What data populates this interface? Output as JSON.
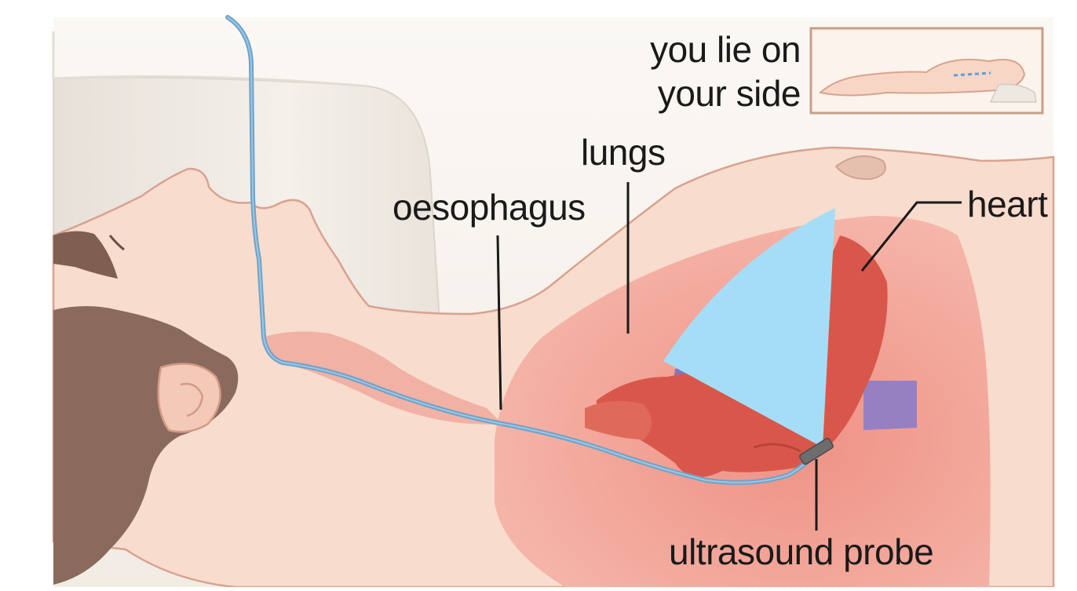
{
  "labels": {
    "inset_line1": "you lie on",
    "inset_line2": "your side",
    "lungs": "lungs",
    "oesophagus": "oesophagus",
    "heart": "heart",
    "probe": "ultrasound probe"
  },
  "colors": {
    "background": "#fdfbf8",
    "pillow": "#ede8e1",
    "skin": "#f7d6c6",
    "skin_outline": "#d9a28f",
    "chest_cavity": "#f2a69a",
    "lungs": "#f5b7ac",
    "heart": "#d9574a",
    "vessel_purple": "#8d72b8",
    "ultrasound_beam": "#a6ddf6",
    "tube": "#6fa3c9",
    "hair": "#8a6a5c",
    "text": "#1a1a1a"
  }
}
